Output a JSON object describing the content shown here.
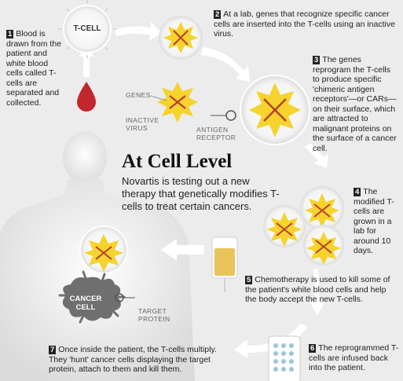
{
  "labels": {
    "tcell": "T-CELL",
    "genes": "GENES",
    "inactive_virus": "INACTIVE\nVIRUS",
    "antigen_receptor": "ANTIGEN\nRECEPTOR",
    "cancer_cell": "CANCER\nCELL",
    "target_protein": "TARGET\nPROTEIN"
  },
  "title": "At Cell Level",
  "subtitle": "Novartis is testing out a new therapy that genetically modifies T-cells to treat certain cancers.",
  "steps": [
    {
      "num": "1",
      "text": "Blood is drawn from the patient and white blood cells called T-cells are separated and collected."
    },
    {
      "num": "2",
      "text": "At a lab, genes that recognize specific cancer cells are inserted into the T-cells using an inactive virus."
    },
    {
      "num": "3",
      "text": "The genes reprogram the T-cells to produce specific 'chimeric antigen receptors'—or CARs—on their surface, which are attracted to malignant proteins on the surface of a cancer cell."
    },
    {
      "num": "4",
      "text": "The modified T-cells are grown in a lab for around 10 days."
    },
    {
      "num": "5",
      "text": "Chemotherapy is used to kill some of the patient's white blood cells and help the body accept the new T-cells."
    },
    {
      "num": "6",
      "text": "The reprogrammed T-cells are infused back into the patient."
    },
    {
      "num": "7",
      "text": "Once inside the patient, the T-cells multiply. They 'hunt' cancer cells displaying the target protein, attach to them and kill them."
    }
  ],
  "colors": {
    "background": "#ececec",
    "arrow": "#ffffff",
    "cell_yellow": "#f6d32d",
    "dna": "#b8412f",
    "cancer": "#707070",
    "blood": "#c1272d",
    "chemo_bag": "#e9c45a"
  }
}
